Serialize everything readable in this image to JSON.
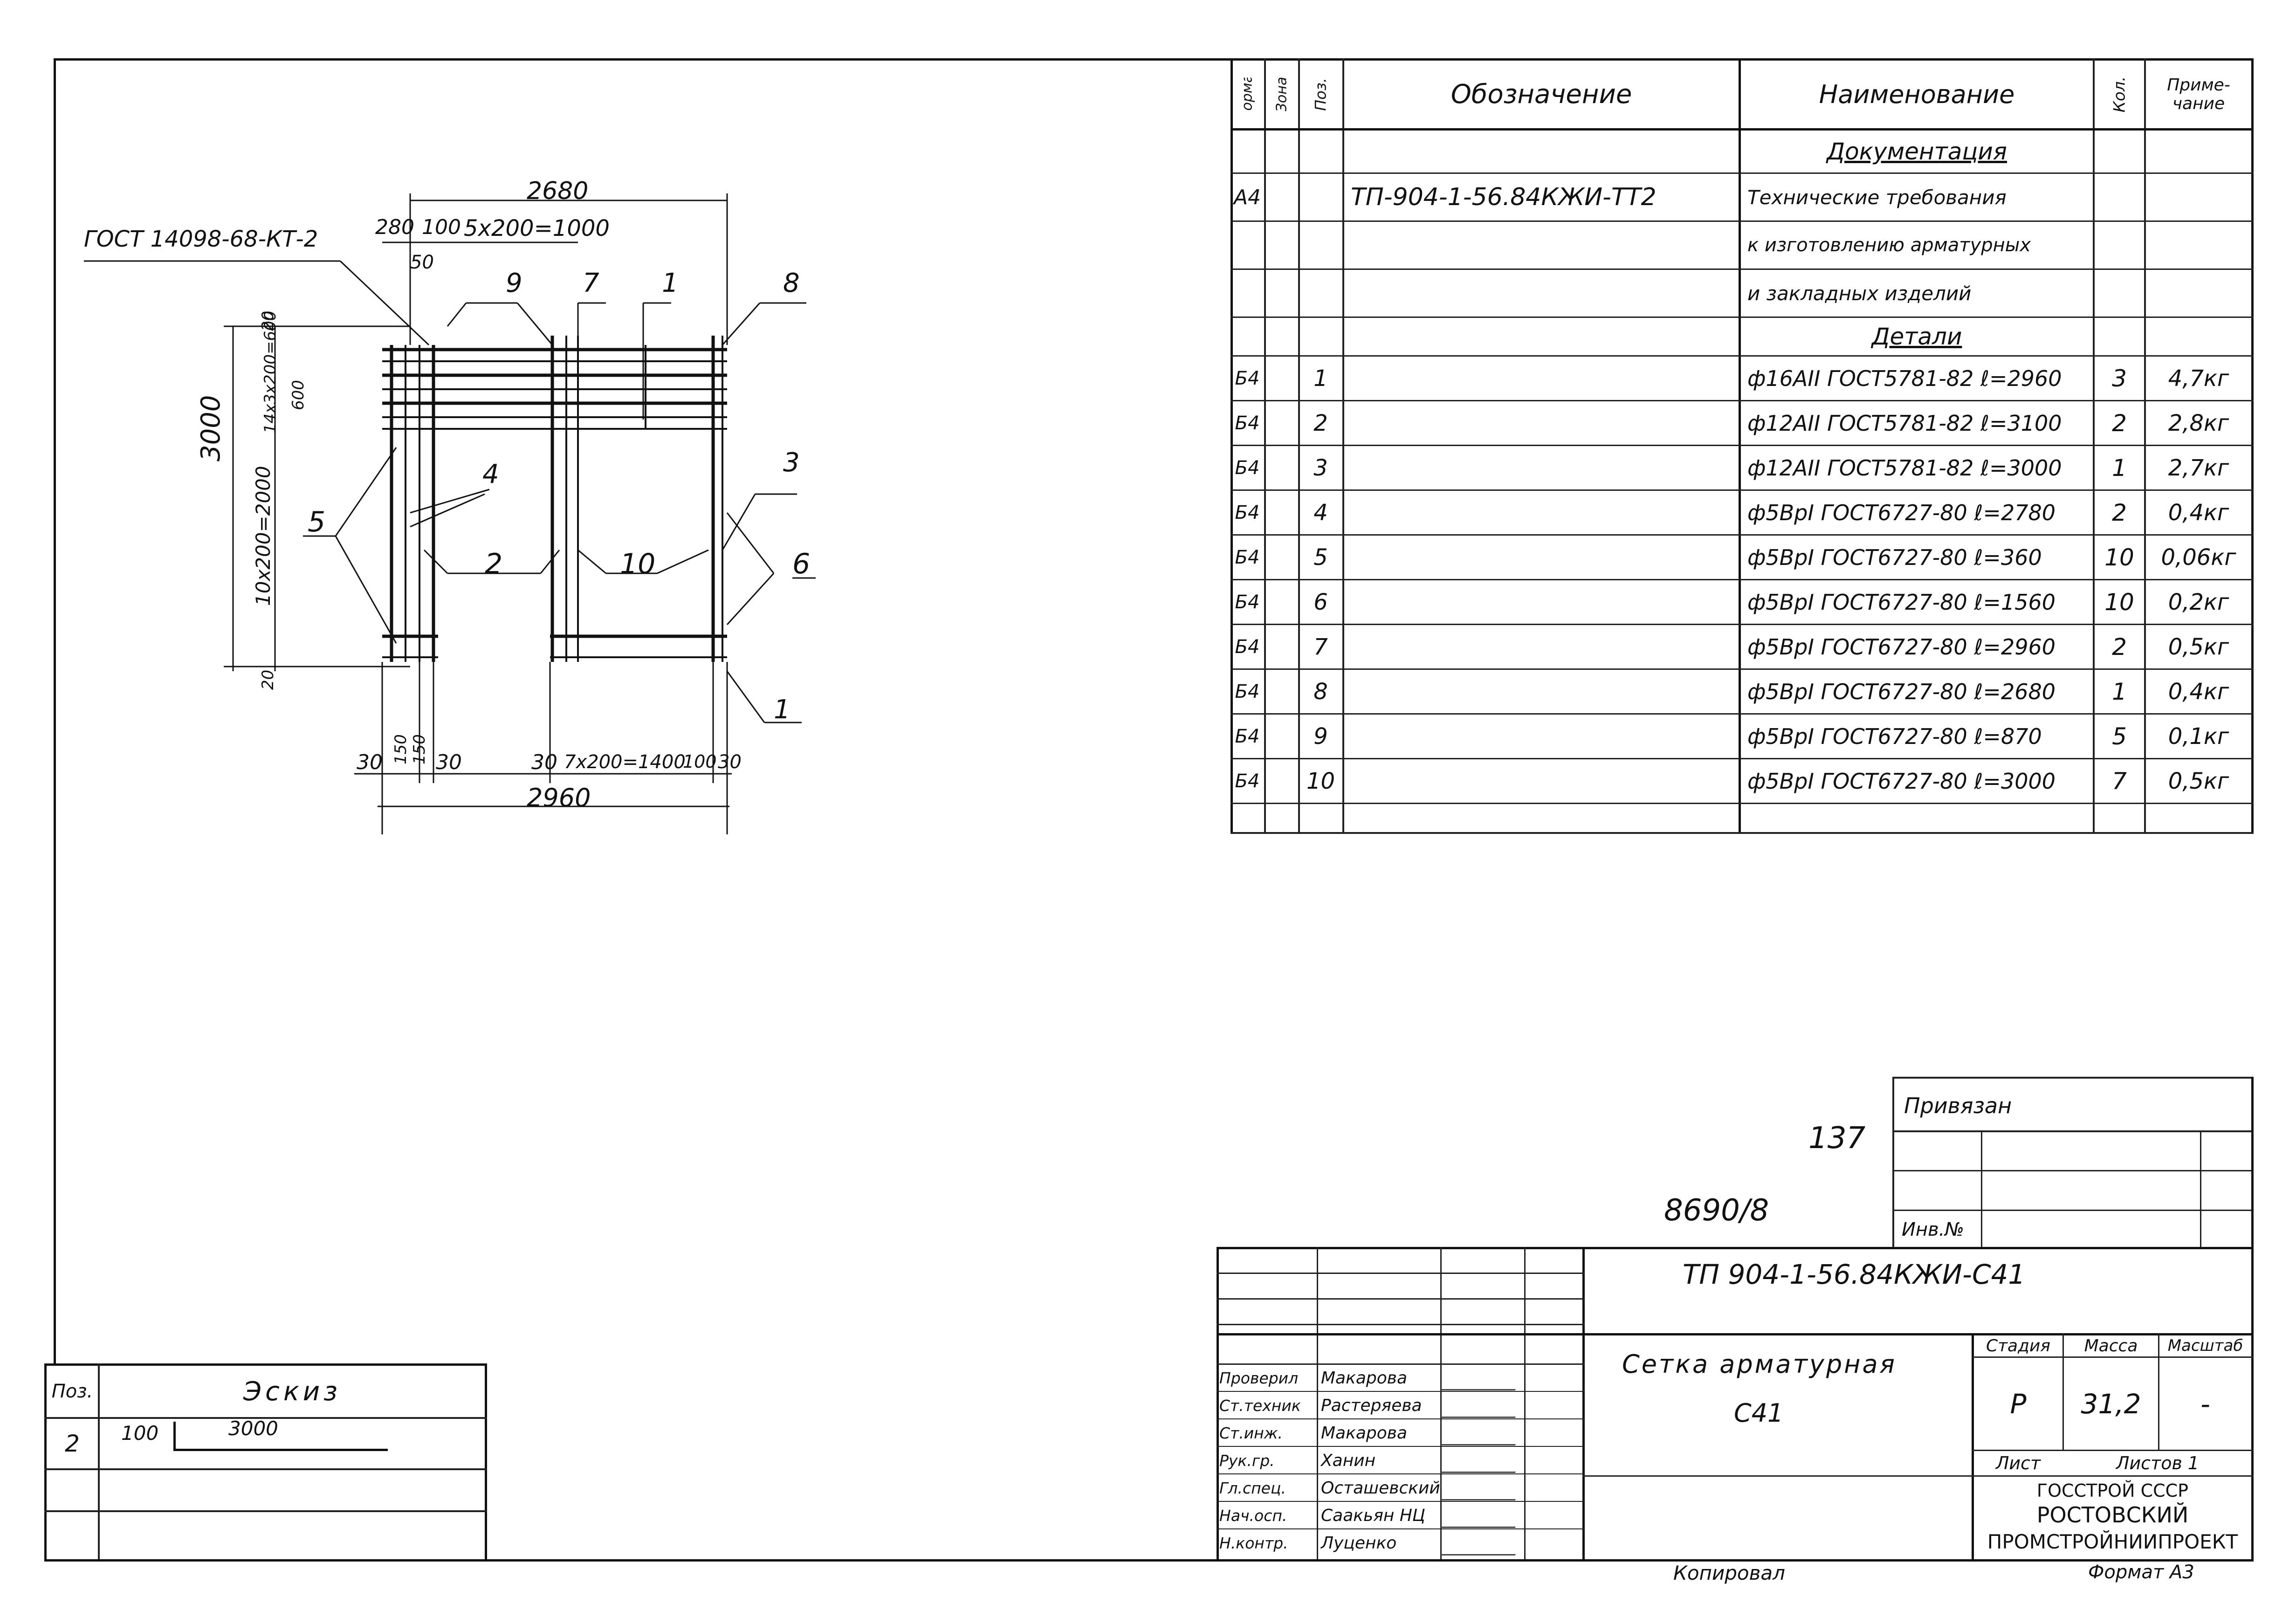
{
  "spec": {
    "headers": {
      "format": "Формат",
      "zone": "Зона",
      "pos": "Поз.",
      "designation": "Обозначение",
      "name": "Наименование",
      "qty": "Кол.",
      "note": "Приме-чание"
    },
    "section_docs": "Документация",
    "doc_format": "А4",
    "doc_designation": "ТП-904-1-56.84КЖИ-ТТ2",
    "doc_name_lines": [
      "Технические требования",
      "к изготовлению арматурных",
      "и закладных изделий"
    ],
    "section_details": "Детали",
    "rows": [
      {
        "format": "Б4",
        "pos": "1",
        "name": "ф16АII ГОСТ5781-82 ℓ=2960",
        "qty": "3",
        "note": "4,7кг"
      },
      {
        "format": "Б4",
        "pos": "2",
        "name": "ф12АII ГОСТ5781-82 ℓ=3100",
        "qty": "2",
        "note": "2,8кг"
      },
      {
        "format": "Б4",
        "pos": "3",
        "name": "ф12АII ГОСТ5781-82 ℓ=3000",
        "qty": "1",
        "note": "2,7кг"
      },
      {
        "format": "Б4",
        "pos": "4",
        "name": "ф5ВрI ГОСТ6727-80 ℓ=2780",
        "qty": "2",
        "note": "0,4кг"
      },
      {
        "format": "Б4",
        "pos": "5",
        "name": "ф5ВрI ГОСТ6727-80 ℓ=360",
        "qty": "10",
        "note": "0,06кг"
      },
      {
        "format": "Б4",
        "pos": "6",
        "name": "ф5ВрI ГОСТ6727-80 ℓ=1560",
        "qty": "10",
        "note": "0,2кг"
      },
      {
        "format": "Б4",
        "pos": "7",
        "name": "ф5ВрI ГОСТ6727-80 ℓ=2960",
        "qty": "2",
        "note": "0,5кг"
      },
      {
        "format": "Б4",
        "pos": "8",
        "name": "ф5ВрI ГОСТ6727-80 ℓ=2680",
        "qty": "1",
        "note": "0,4кг"
      },
      {
        "format": "Б4",
        "pos": "9",
        "name": "ф5ВрI ГОСТ6727-80 ℓ=870",
        "qty": "5",
        "note": "0,1кг"
      },
      {
        "format": "Б4",
        "pos": "10",
        "name": "ф5ВрI ГОСТ6727-80 ℓ=3000",
        "qty": "7",
        "note": "0,5кг"
      }
    ]
  },
  "drawing": {
    "gost_label": "ГОСТ 14098-68-КТ-2",
    "dim_top_total": "2680",
    "dim_280": "280",
    "dim_100": "100",
    "dim_5x200": "5х200=1000",
    "dim_50": "50",
    "dim_height": "3000",
    "dim_10x200": "10х200=2000",
    "dim_14": "14х3х200=600",
    "dim_600": "600",
    "dim_20_top": "20",
    "dim_20_bot": "20",
    "dim_bottom_total": "2960",
    "dim_7x200": "7х200=1400",
    "dim_30a": "30",
    "dim_30b": "30",
    "dim_30c": "30",
    "dim_30d": "30",
    "dim_100b": "100",
    "dim_150a": "150",
    "dim_150b": "150",
    "labels": [
      "1",
      "2",
      "3",
      "4",
      "5",
      "6",
      "7",
      "8",
      "9",
      "10"
    ]
  },
  "sketch": {
    "header_pos": "Поз.",
    "header_sketch": "Эскиз",
    "pos": "2",
    "dim_left": "100",
    "dim_right": "3000"
  },
  "binding": {
    "title": "Привязан",
    "inv": "Инв.№",
    "number_137": "137",
    "number_8690": "8690/8"
  },
  "title_block": {
    "code": "ТП 904-1-56.84КЖИ-С41",
    "name_line1": "Сетка арматурная",
    "name_line2": "С41",
    "stage_label": "Стадия",
    "mass_label": "Масса",
    "scale_label": "Масштаб",
    "stage": "Р",
    "mass": "31,2",
    "scale": "-",
    "sheet_label": "Лист",
    "sheets_label": "Листов 1",
    "org_line1": "ГОССТРОЙ СССР",
    "org_line2": "РОСТОВСКИЙ",
    "org_line3": "ПРОМСТРОЙНИИПРОЕКТ",
    "people": [
      {
        "role": "Проверил",
        "name": "Макарова"
      },
      {
        "role": "Ст.техник",
        "name": "Растеряева"
      },
      {
        "role": "Ст.инж.",
        "name": "Макарова"
      },
      {
        "role": "Рук.гр.",
        "name": "Ханин"
      },
      {
        "role": "Гл.спец.",
        "name": "Осташевский"
      },
      {
        "role": "Нач.осп.",
        "name": "Саакьян НЦ"
      },
      {
        "role": "Н.контр.",
        "name": "Луценко"
      }
    ],
    "copied": "Копировал",
    "format": "Формат А3"
  }
}
